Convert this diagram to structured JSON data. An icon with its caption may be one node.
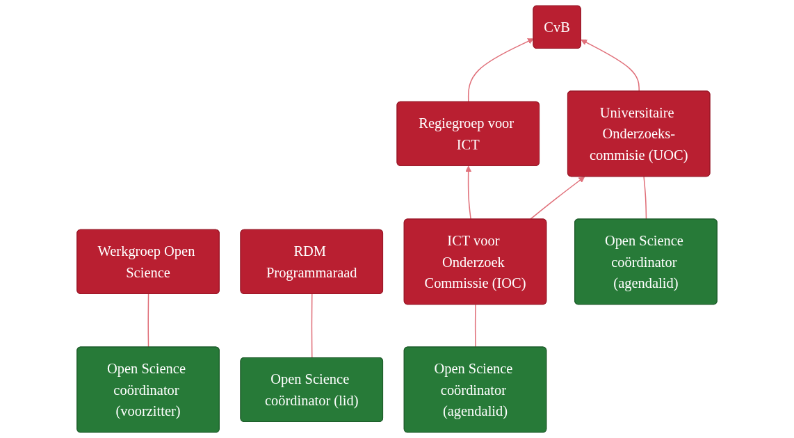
{
  "diagram": {
    "nodes": [
      {
        "text": [
          "CvB"
        ]
      },
      {
        "text": [
          "Werkgroep Open Science"
        ]
      },
      {
        "text": [
          "Universitaire Onderzoeks-commisie (UOC)"
        ]
      },
      {
        "text": [
          "ICT voor Onderzoek Commissie (IOC)"
        ]
      },
      {
        "text": [
          "Regiegroep voor ICT"
        ]
      },
      {
        "text": [
          "RDM Programmaraad"
        ]
      },
      {
        "text": [
          "Open Science coördinator (voorzitter)"
        ]
      },
      {
        "text": [
          "Open Science coördinator (agendalid)"
        ]
      },
      {
        "text": [
          "Open Science coördinator (agendalid)"
        ]
      },
      {
        "text": [
          "Open Science coördinator (lid)"
        ]
      }
    ],
    "edges": [
      {
        "from": 2,
        "to": 0,
        "arrow": "to"
      },
      {
        "from": 4,
        "to": 0,
        "arrow": "to"
      },
      {
        "from": 3,
        "to": 2,
        "arrow": "to"
      },
      {
        "from": 3,
        "to": 4,
        "arrow": "to"
      },
      {
        "from": 1,
        "to": 6,
        "arrow": "none"
      },
      {
        "from": 2,
        "to": 7,
        "arrow": "none"
      },
      {
        "from": 3,
        "to": 8,
        "arrow": "none"
      },
      {
        "from": 5,
        "to": 9,
        "arrow": "none"
      }
    ]
  }
}
